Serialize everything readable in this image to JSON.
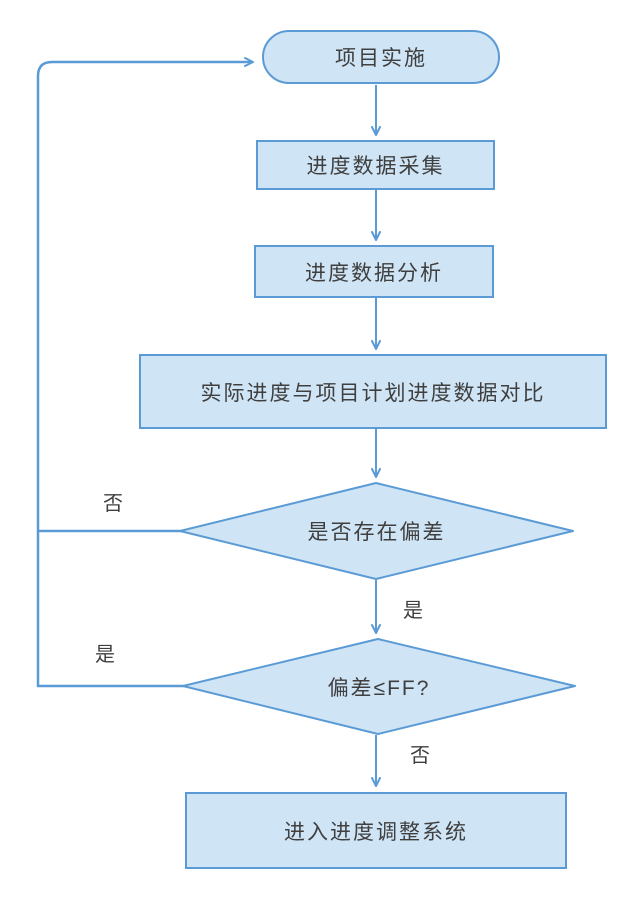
{
  "diagram": {
    "type": "flowchart",
    "nodes": {
      "start": {
        "label": "项目实施",
        "shape": "stadium"
      },
      "collect": {
        "label": "进度数据采集",
        "shape": "rect"
      },
      "analyze": {
        "label": "进度数据分析",
        "shape": "rect"
      },
      "compare": {
        "label": "实际进度与项目计划进度数据对比",
        "shape": "rect"
      },
      "deviation_check": {
        "label": "是否存在偏差",
        "shape": "diamond"
      },
      "ff_check": {
        "label": "偏差≤FF?",
        "shape": "diamond"
      },
      "adjust": {
        "label": "进入进度调整系统",
        "shape": "rect"
      }
    },
    "edge_labels": {
      "deviation_no": "否",
      "deviation_yes": "是",
      "ff_yes": "是",
      "ff_no": "否"
    },
    "colors": {
      "shape_fill": "#CFE4F5",
      "shape_stroke": "#5B9BD5",
      "connector": "#5B9BD5",
      "text": "#3F3F3F",
      "background": "#FFFFFF"
    }
  }
}
